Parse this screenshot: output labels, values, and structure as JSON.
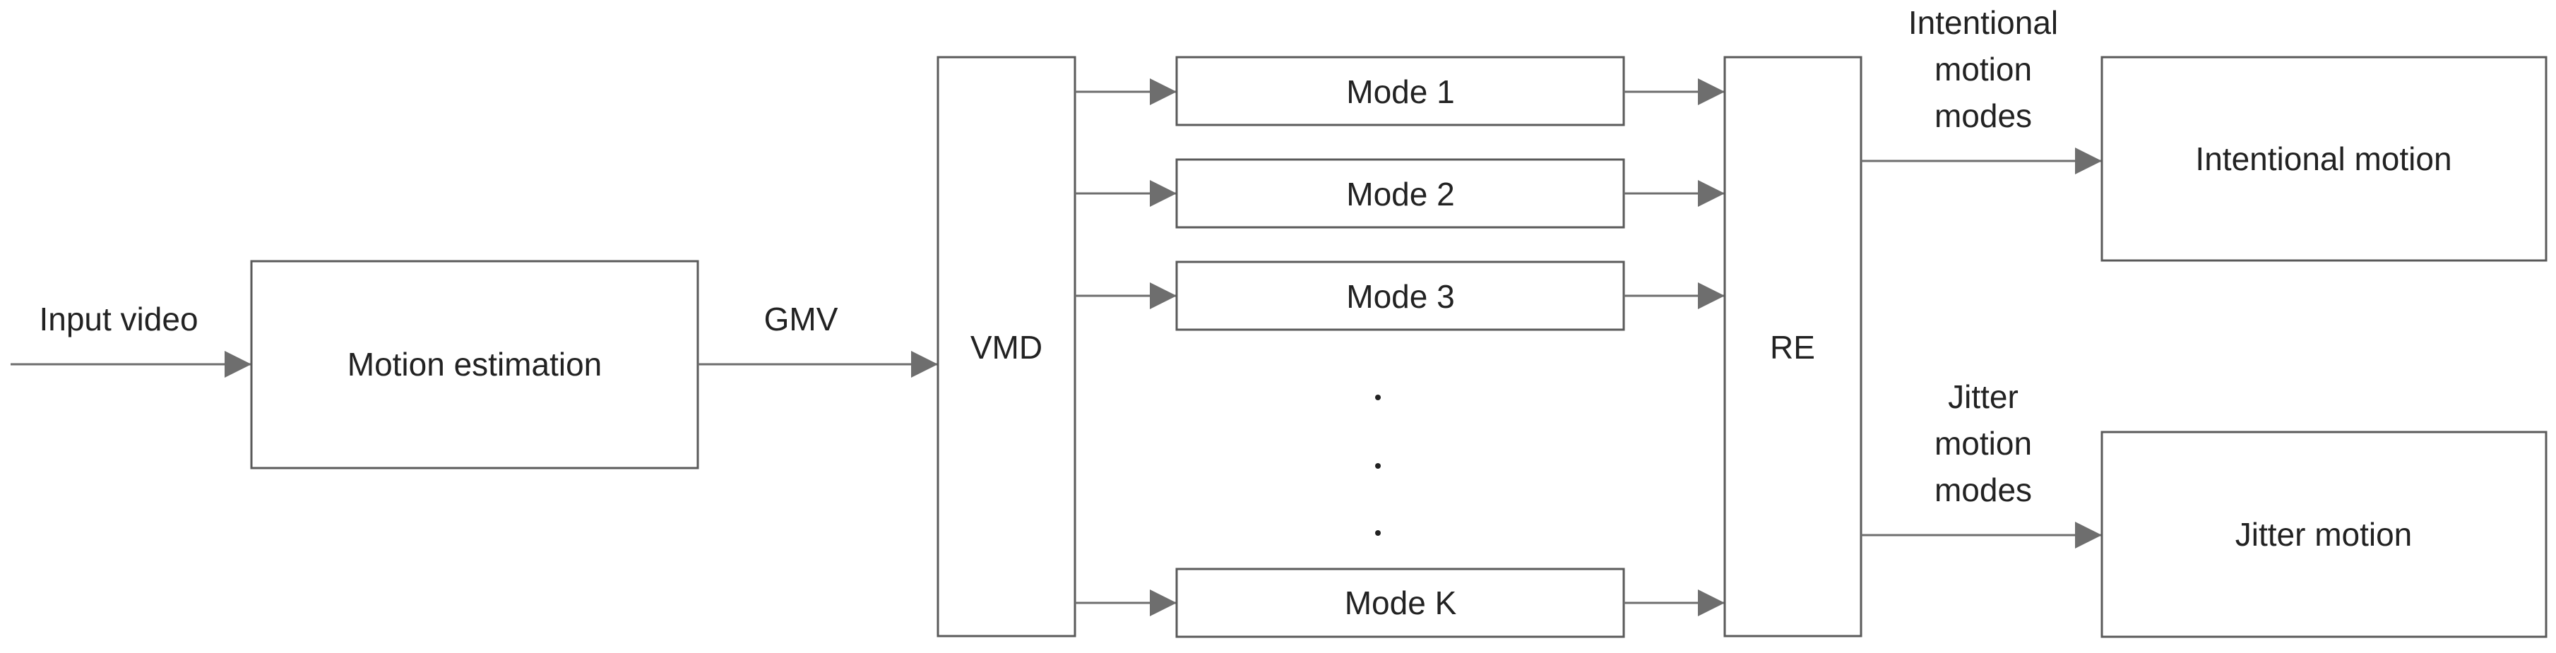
{
  "input_label": "Input video",
  "motion_estimation": "Motion estimation",
  "gmv_label": "GMV",
  "vmd": "VMD",
  "modes": [
    "Mode 1",
    "Mode 2",
    "Mode 3",
    "Mode K"
  ],
  "re": "RE",
  "intentional_modes_label": [
    "Intentional",
    "motion",
    "modes"
  ],
  "jitter_modes_label": [
    "Jitter",
    "motion",
    "modes"
  ],
  "intentional_motion": "Intentional motion",
  "jitter_motion": "Jitter motion",
  "colors": {
    "stroke": "#5a5a5a",
    "line": "#6e6e6e",
    "text": "#222222"
  }
}
